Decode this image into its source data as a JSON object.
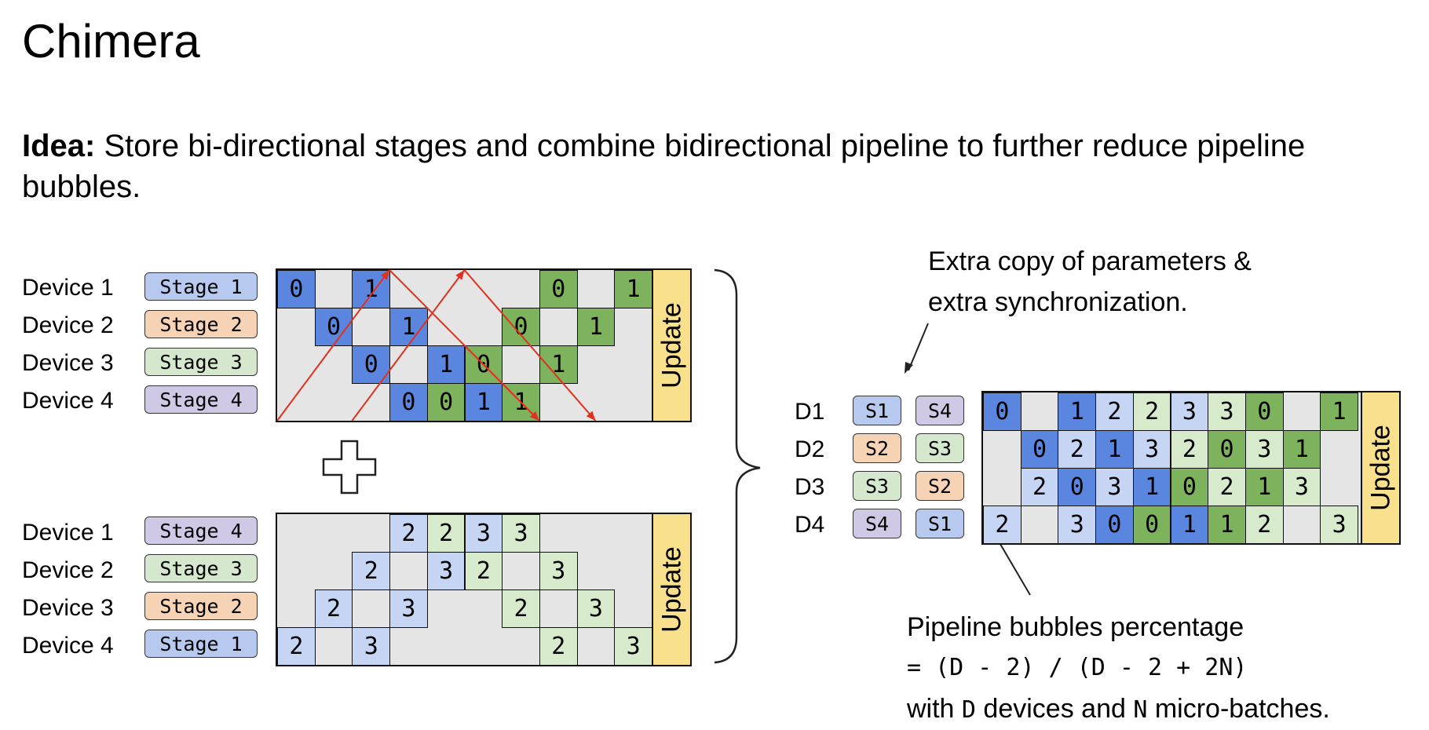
{
  "title": "Chimera",
  "idea": {
    "bold": "Idea:",
    "text": " Store bi-directional stages and combine bidirectional pipeline to further reduce pipeline bubbles."
  },
  "colors": {
    "s1": "#b8c9f0",
    "s2": "#f7d3b5",
    "s3": "#d5e8cd",
    "s4": "#d0c9e6",
    "fwd_dark": "#5b86e0",
    "fwd_light": "#c5d5f3",
    "bwd_dark": "#7eb35e",
    "bwd_light": "#d7eacc",
    "grid_bg": "#e5e5e5",
    "update": "#f9e08c",
    "arrow": "#e0301e"
  },
  "top_panel": {
    "devices": [
      "Device 1",
      "Device 2",
      "Device 3",
      "Device 4"
    ],
    "stages": [
      {
        "label": "Stage 1",
        "color": "s1"
      },
      {
        "label": "Stage 2",
        "color": "s2"
      },
      {
        "label": "Stage 3",
        "color": "s3"
      },
      {
        "label": "Stage 4",
        "color": "s4"
      }
    ],
    "update_label": "Update",
    "cells": [
      {
        "row": 0,
        "col": 0,
        "text": "0",
        "color": "fwd_dark"
      },
      {
        "row": 0,
        "col": 2,
        "text": "1",
        "color": "fwd_dark"
      },
      {
        "row": 0,
        "col": 7,
        "text": "0",
        "color": "bwd_dark"
      },
      {
        "row": 0,
        "col": 9,
        "text": "1",
        "color": "bwd_dark"
      },
      {
        "row": 1,
        "col": 1,
        "text": "0",
        "color": "fwd_dark"
      },
      {
        "row": 1,
        "col": 3,
        "text": "1",
        "color": "fwd_dark"
      },
      {
        "row": 1,
        "col": 6,
        "text": "0",
        "color": "bwd_dark"
      },
      {
        "row": 1,
        "col": 8,
        "text": "1",
        "color": "bwd_dark"
      },
      {
        "row": 2,
        "col": 2,
        "text": "0",
        "color": "fwd_dark"
      },
      {
        "row": 2,
        "col": 4,
        "text": "1",
        "color": "fwd_dark"
      },
      {
        "row": 2,
        "col": 5,
        "text": "0",
        "color": "bwd_dark"
      },
      {
        "row": 2,
        "col": 7,
        "text": "1",
        "color": "bwd_dark"
      },
      {
        "row": 3,
        "col": 3,
        "text": "0",
        "color": "fwd_dark"
      },
      {
        "row": 3,
        "col": 4,
        "text": "0",
        "color": "bwd_dark"
      },
      {
        "row": 3,
        "col": 5,
        "text": "1",
        "color": "fwd_dark"
      },
      {
        "row": 3,
        "col": 6,
        "text": "1",
        "color": "bwd_dark"
      }
    ]
  },
  "plus": "+",
  "bottom_panel": {
    "devices": [
      "Device 1",
      "Device 2",
      "Device 3",
      "Device 4"
    ],
    "stages": [
      {
        "label": "Stage 4",
        "color": "s4"
      },
      {
        "label": "Stage 3",
        "color": "s3"
      },
      {
        "label": "Stage 2",
        "color": "s2"
      },
      {
        "label": "Stage 1",
        "color": "s1"
      }
    ],
    "update_label": "Update",
    "cells": [
      {
        "row": 0,
        "col": 3,
        "text": "2",
        "color": "fwd_light"
      },
      {
        "row": 0,
        "col": 4,
        "text": "2",
        "color": "bwd_light"
      },
      {
        "row": 0,
        "col": 5,
        "text": "3",
        "color": "fwd_light"
      },
      {
        "row": 0,
        "col": 6,
        "text": "3",
        "color": "bwd_light"
      },
      {
        "row": 1,
        "col": 2,
        "text": "2",
        "color": "fwd_light"
      },
      {
        "row": 1,
        "col": 4,
        "text": "3",
        "color": "fwd_light"
      },
      {
        "row": 1,
        "col": 5,
        "text": "2",
        "color": "bwd_light"
      },
      {
        "row": 1,
        "col": 7,
        "text": "3",
        "color": "bwd_light"
      },
      {
        "row": 2,
        "col": 1,
        "text": "2",
        "color": "fwd_light"
      },
      {
        "row": 2,
        "col": 3,
        "text": "3",
        "color": "fwd_light"
      },
      {
        "row": 2,
        "col": 6,
        "text": "2",
        "color": "bwd_light"
      },
      {
        "row": 2,
        "col": 8,
        "text": "3",
        "color": "bwd_light"
      },
      {
        "row": 3,
        "col": 0,
        "text": "2",
        "color": "fwd_light"
      },
      {
        "row": 3,
        "col": 2,
        "text": "3",
        "color": "fwd_light"
      },
      {
        "row": 3,
        "col": 7,
        "text": "2",
        "color": "bwd_light"
      },
      {
        "row": 3,
        "col": 9,
        "text": "3",
        "color": "bwd_light"
      }
    ]
  },
  "right_panel": {
    "annotation_top": [
      "Extra copy of parameters &",
      "extra synchronization."
    ],
    "devices": [
      "D1",
      "D2",
      "D3",
      "D4"
    ],
    "stages_a": [
      {
        "label": "S1",
        "color": "s1"
      },
      {
        "label": "S2",
        "color": "s2"
      },
      {
        "label": "S3",
        "color": "s3"
      },
      {
        "label": "S4",
        "color": "s4"
      }
    ],
    "stages_b": [
      {
        "label": "S4",
        "color": "s4"
      },
      {
        "label": "S3",
        "color": "s3"
      },
      {
        "label": "S2",
        "color": "s2"
      },
      {
        "label": "S1",
        "color": "s1"
      }
    ],
    "update_label": "Update",
    "cells": [
      {
        "row": 0,
        "col": 0,
        "text": "0",
        "color": "fwd_dark"
      },
      {
        "row": 0,
        "col": 2,
        "text": "1",
        "color": "fwd_dark"
      },
      {
        "row": 0,
        "col": 3,
        "text": "2",
        "color": "fwd_light"
      },
      {
        "row": 0,
        "col": 4,
        "text": "2",
        "color": "bwd_light"
      },
      {
        "row": 0,
        "col": 5,
        "text": "3",
        "color": "fwd_light"
      },
      {
        "row": 0,
        "col": 6,
        "text": "3",
        "color": "bwd_light"
      },
      {
        "row": 0,
        "col": 7,
        "text": "0",
        "color": "bwd_dark"
      },
      {
        "row": 0,
        "col": 9,
        "text": "1",
        "color": "bwd_dark"
      },
      {
        "row": 1,
        "col": 1,
        "text": "0",
        "color": "fwd_dark"
      },
      {
        "row": 1,
        "col": 2,
        "text": "2",
        "color": "fwd_light"
      },
      {
        "row": 1,
        "col": 3,
        "text": "1",
        "color": "fwd_dark"
      },
      {
        "row": 1,
        "col": 4,
        "text": "3",
        "color": "fwd_light"
      },
      {
        "row": 1,
        "col": 5,
        "text": "2",
        "color": "bwd_light"
      },
      {
        "row": 1,
        "col": 6,
        "text": "0",
        "color": "bwd_dark"
      },
      {
        "row": 1,
        "col": 7,
        "text": "3",
        "color": "bwd_light"
      },
      {
        "row": 1,
        "col": 8,
        "text": "1",
        "color": "bwd_dark"
      },
      {
        "row": 2,
        "col": 1,
        "text": "2",
        "color": "fwd_light"
      },
      {
        "row": 2,
        "col": 2,
        "text": "0",
        "color": "fwd_dark"
      },
      {
        "row": 2,
        "col": 3,
        "text": "3",
        "color": "fwd_light"
      },
      {
        "row": 2,
        "col": 4,
        "text": "1",
        "color": "fwd_dark"
      },
      {
        "row": 2,
        "col": 5,
        "text": "0",
        "color": "bwd_dark"
      },
      {
        "row": 2,
        "col": 6,
        "text": "2",
        "color": "bwd_light"
      },
      {
        "row": 2,
        "col": 7,
        "text": "1",
        "color": "bwd_dark"
      },
      {
        "row": 2,
        "col": 8,
        "text": "3",
        "color": "bwd_light"
      },
      {
        "row": 3,
        "col": 0,
        "text": "2",
        "color": "fwd_light"
      },
      {
        "row": 3,
        "col": 2,
        "text": "3",
        "color": "fwd_light"
      },
      {
        "row": 3,
        "col": 3,
        "text": "0",
        "color": "fwd_dark"
      },
      {
        "row": 3,
        "col": 4,
        "text": "0",
        "color": "bwd_dark"
      },
      {
        "row": 3,
        "col": 5,
        "text": "1",
        "color": "fwd_dark"
      },
      {
        "row": 3,
        "col": 6,
        "text": "1",
        "color": "bwd_dark"
      },
      {
        "row": 3,
        "col": 7,
        "text": "2",
        "color": "bwd_light"
      },
      {
        "row": 3,
        "col": 9,
        "text": "3",
        "color": "bwd_light"
      }
    ],
    "annotation_bottom": {
      "line1": "Pipeline bubbles percentage",
      "line2": "= (D - 2) / (D - 2 + 2N)",
      "line3_a": "with ",
      "line3_d": "D",
      "line3_b": " devices and ",
      "line3_n": "N",
      "line3_c": " micro-batches."
    }
  }
}
